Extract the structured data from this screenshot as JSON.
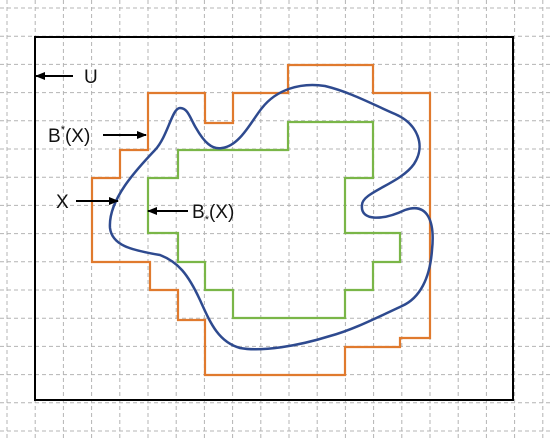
{
  "diagram": {
    "labels": {
      "universe": "U",
      "upper_approx_base": "B",
      "upper_approx_mark": "*",
      "upper_approx_arg": "(X)",
      "set": "X",
      "lower_approx_base": "B",
      "lower_approx_mark": "*",
      "lower_approx_arg": "(X)"
    },
    "colors": {
      "grid": "#b4b4b4",
      "frame": "#000000",
      "upper_approx": "#e07a2e",
      "lower_approx": "#7ab648",
      "set_boundary": "#2e4a8f",
      "arrow": "#000000"
    }
  }
}
